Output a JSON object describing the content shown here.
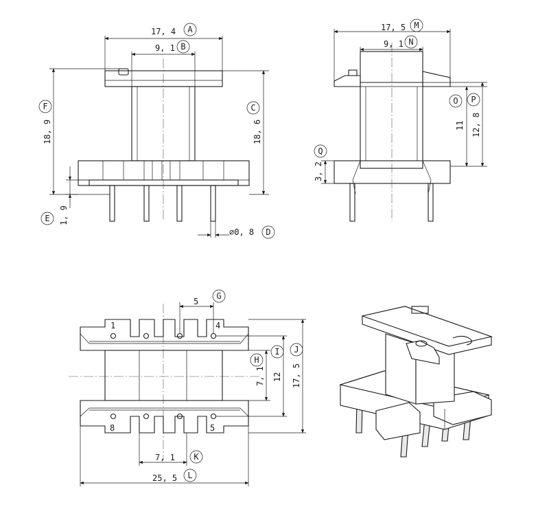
{
  "dimensions": {
    "A": {
      "letter": "A",
      "value": "17, 4"
    },
    "B": {
      "letter": "B",
      "value": "9, 1"
    },
    "C": {
      "letter": "C",
      "value": "18, 6"
    },
    "D": {
      "letter": "D",
      "value": "⌀0, 8"
    },
    "E": {
      "letter": "E",
      "value": "1, 9"
    },
    "F": {
      "letter": "F",
      "value": "18, 9"
    },
    "G": {
      "letter": "G",
      "value": "5"
    },
    "H": {
      "letter": "H",
      "value": "7, 1"
    },
    "I": {
      "letter": "I",
      "value": "12"
    },
    "J": {
      "letter": "J",
      "value": "17, 5"
    },
    "K": {
      "letter": "K",
      "value": "7, 1"
    },
    "L": {
      "letter": "L",
      "value": "25, 5"
    },
    "M": {
      "letter": "M",
      "value": "17, 5"
    },
    "N": {
      "letter": "N",
      "value": "9, 1"
    },
    "O": {
      "letter": "O",
      "value": "11"
    },
    "P": {
      "letter": "P",
      "value": "12, 8"
    },
    "Q": {
      "letter": "Q",
      "value": "3, 2"
    }
  },
  "pins": {
    "p1": "1",
    "p4": "4",
    "p5": "5",
    "p8": "8"
  }
}
